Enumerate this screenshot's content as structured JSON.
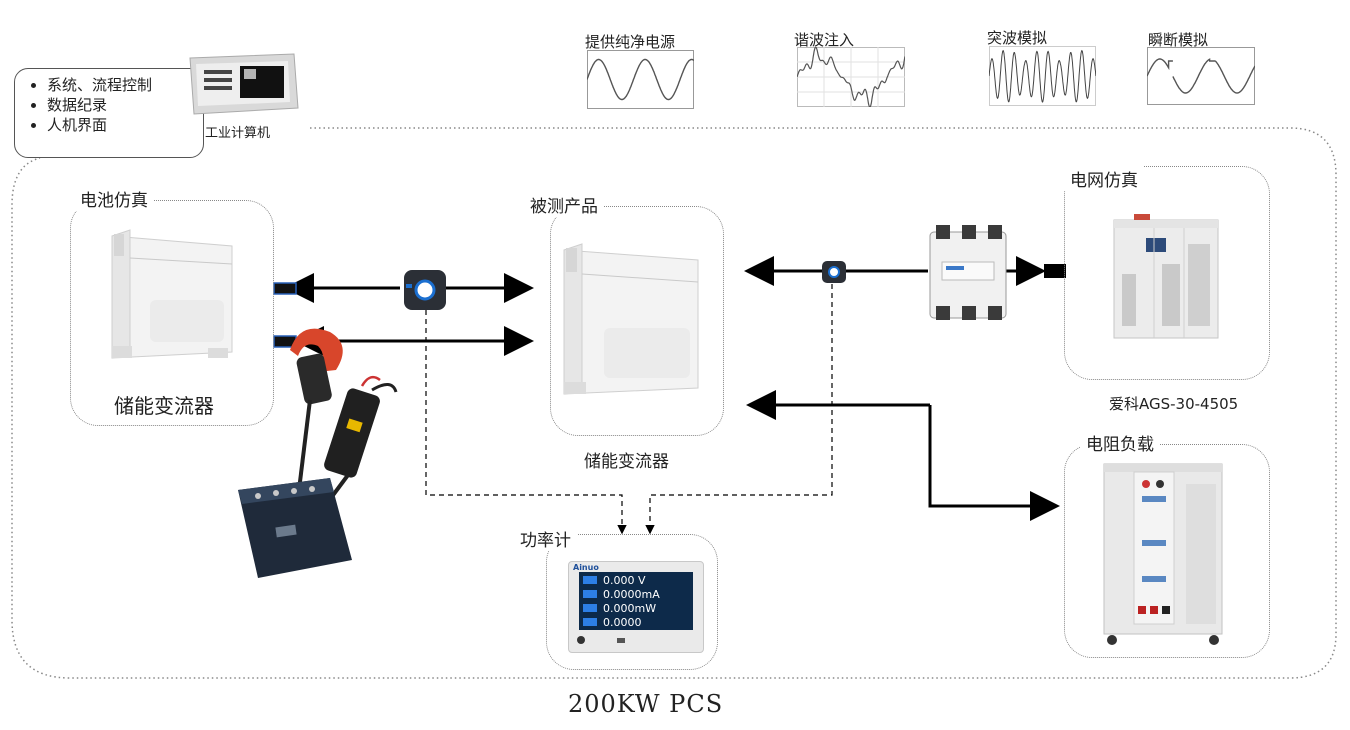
{
  "features": [
    "系统、流程控制",
    "数据纪录",
    "人机界面"
  ],
  "computer_label": "工业计算机",
  "waves": [
    {
      "title": "提供纯净电源",
      "kind": "sine"
    },
    {
      "title": "谐波注入",
      "kind": "harmonic"
    },
    {
      "title": "突波模拟",
      "kind": "surge"
    },
    {
      "title": "瞬断模拟",
      "kind": "interrupt"
    }
  ],
  "battery_sim": {
    "title": "电池仿真",
    "device_label": "储能变流器"
  },
  "dut": {
    "title": "被测产品",
    "device_label": "储能变流器"
  },
  "grid_sim": {
    "title": "电网仿真",
    "model": "爱科AGS-30-4505"
  },
  "resistive_load": {
    "title": "电阻负载"
  },
  "power_meter": {
    "title": "功率计",
    "brand": "Ainuo",
    "readings": [
      "0.000 V",
      "0.0000mA",
      "0.000mW",
      "0.0000"
    ]
  },
  "system_title": "200KW PCS",
  "colors": {
    "meter_screen": "#0d2a4a",
    "clamp_red": "#d8462b",
    "line": "#000000"
  }
}
